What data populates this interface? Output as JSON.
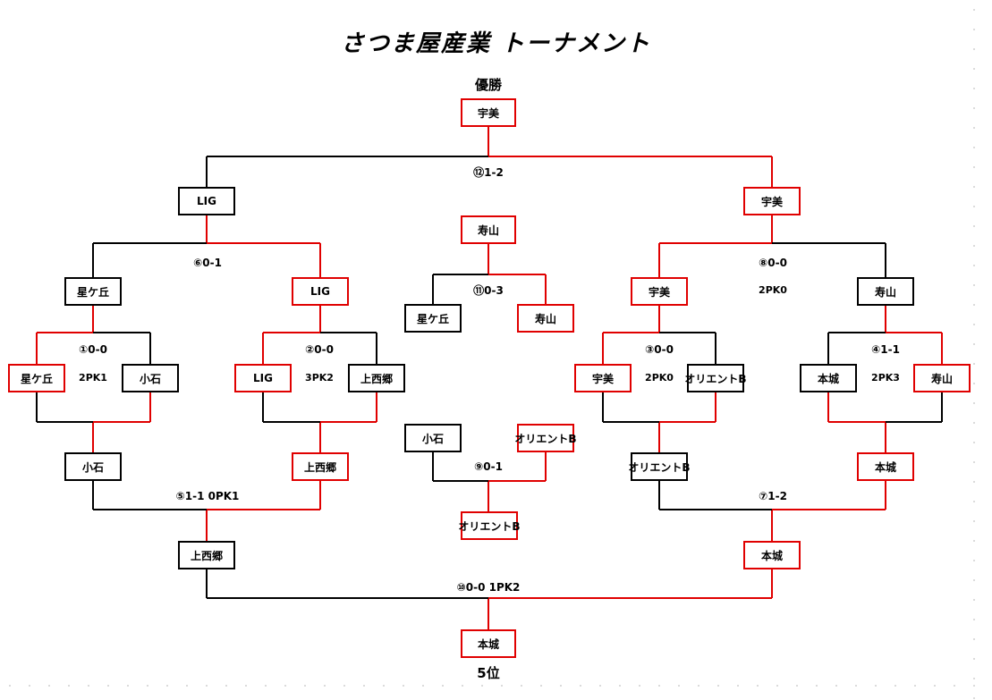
{
  "title": "さつま屋産業 トーナメント",
  "champion_caption": "優勝",
  "fifth_caption": "5位",
  "colors": {
    "winner_line": "#e00000",
    "loser_line": "#000000"
  },
  "teams": {
    "winner": "宇美",
    "final_left": "LIG",
    "final_right": "宇美",
    "sf_l1": "星ケ丘",
    "sf_l2": "LIG",
    "sf_r1": "宇美",
    "sf_r2": "寿山",
    "r1_1a": "星ケ丘",
    "r1_1b": "小石",
    "r1_2a": "LIG",
    "r1_2b": "上西郷",
    "r1_3a": "宇美",
    "r1_3b": "オリエントB",
    "r1_4a": "本城",
    "r1_4b": "寿山",
    "c11_top": "寿山",
    "c11_a": "星ケ丘",
    "c11_b": "寿山",
    "c9_a": "小石",
    "c9_b": "オリエントB",
    "c9_res": "オリエントB",
    "c5_a": "小石",
    "c5_b": "上西郷",
    "c7_a": "オリエントB",
    "c7_b": "本城",
    "c10_a": "上西郷",
    "c10_b": "本城",
    "fifth": "本城"
  },
  "scores": {
    "m1": "①0-0",
    "m1_pk": "2PK1",
    "m2": "②0-0",
    "m2_pk": "3PK2",
    "m3": "③0-0",
    "m3_pk": "2PK0",
    "m4": "④1-1",
    "m4_pk": "2PK3",
    "m5": "⑤1-1 0PK1",
    "m6": "⑥0-1",
    "m7": "⑦1-2",
    "m8": "⑧0-0",
    "m8_pk": "2PK0",
    "m9": "⑨0-1",
    "m10": "⑩0-0 1PK2",
    "m11": "⑪0-3",
    "m12": "⑫1-2"
  }
}
